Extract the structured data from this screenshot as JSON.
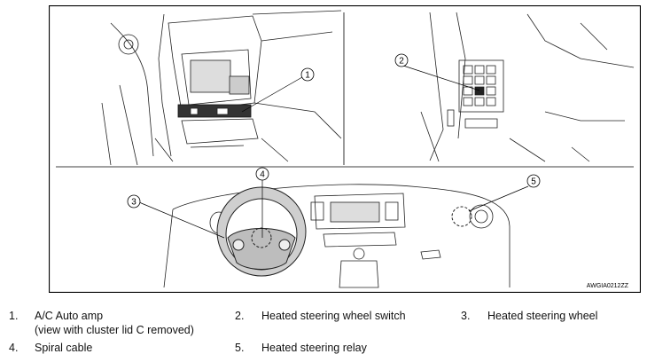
{
  "figure_code": "AWGIA0212ZZ",
  "callouts": [
    "1",
    "2",
    "3",
    "4",
    "5"
  ],
  "legend": [
    {
      "num": "1.",
      "label": "A/C Auto amp",
      "sub": "(view with cluster lid C removed)"
    },
    {
      "num": "2.",
      "label": "Heated steering wheel switch"
    },
    {
      "num": "3.",
      "label": "Heated steering wheel"
    },
    {
      "num": "4.",
      "label": "Spiral cable"
    },
    {
      "num": "5.",
      "label": "Heated steering relay"
    }
  ]
}
